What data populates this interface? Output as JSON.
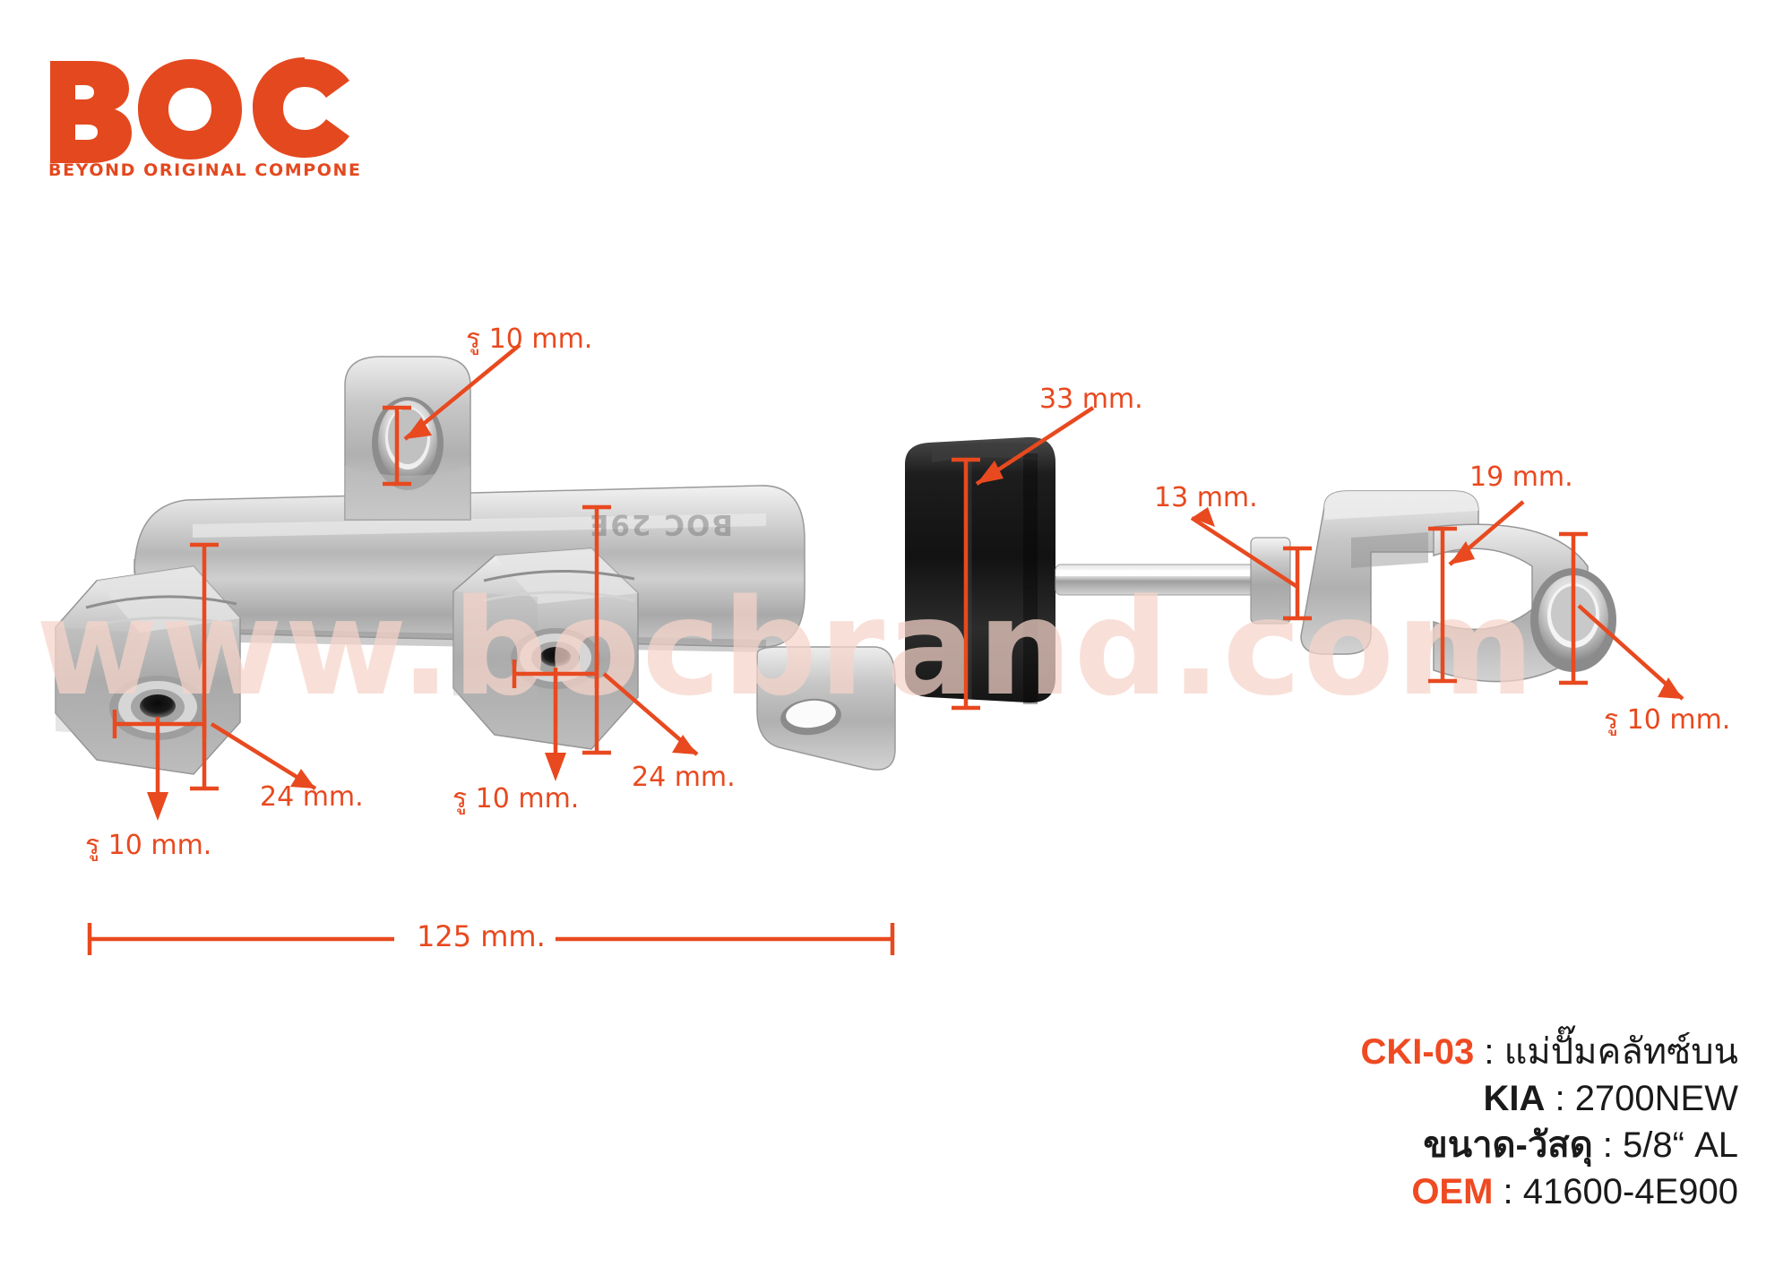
{
  "brand": {
    "name": "BOC",
    "tagline": "BEYOND ORIGINAL COMPONENT",
    "registered_mark": "®",
    "color": "#e4481f"
  },
  "watermark": {
    "text": "www.bocbrand.com",
    "color": "#f6d5ca"
  },
  "product": {
    "engraving": "BOC 29E",
    "description": "Aluminum clutch master cylinder with two hex port fittings, two mounting ears, black rubber boot, push rod and clevis fork"
  },
  "annotation_color": "#e8491f",
  "callouts": [
    {
      "id": "top-ear-hole",
      "text": "รู 10 mm."
    },
    {
      "id": "boot-diameter",
      "text": "33 mm."
    },
    {
      "id": "rod-diameter",
      "text": "13 mm."
    },
    {
      "id": "clevis-width",
      "text": "19 mm."
    },
    {
      "id": "clevis-hole",
      "text": "รู 10 mm."
    },
    {
      "id": "left-port-hole",
      "text": "รู 10 mm."
    },
    {
      "id": "left-port-hex",
      "text": "24 mm."
    },
    {
      "id": "mid-port-hole",
      "text": "รู 10 mm."
    },
    {
      "id": "mid-port-hex",
      "text": "24 mm."
    },
    {
      "id": "overall-length",
      "text": "125 mm."
    }
  ],
  "spec": {
    "lines": [
      {
        "key": "CKI-03",
        "key_color": "orange",
        "sep": " : ",
        "value": "แม่ปั๊มคลัทซ์บน"
      },
      {
        "key": "KIA",
        "key_color": "black",
        "sep": " : ",
        "value": "2700NEW"
      },
      {
        "key": "ขนาด-วัสดุ",
        "key_color": "black",
        "sep": " : ",
        "value": "5/8“  AL"
      },
      {
        "key": "OEM",
        "key_color": "orange",
        "sep": " : ",
        "value": "41600-4E900"
      }
    ]
  }
}
